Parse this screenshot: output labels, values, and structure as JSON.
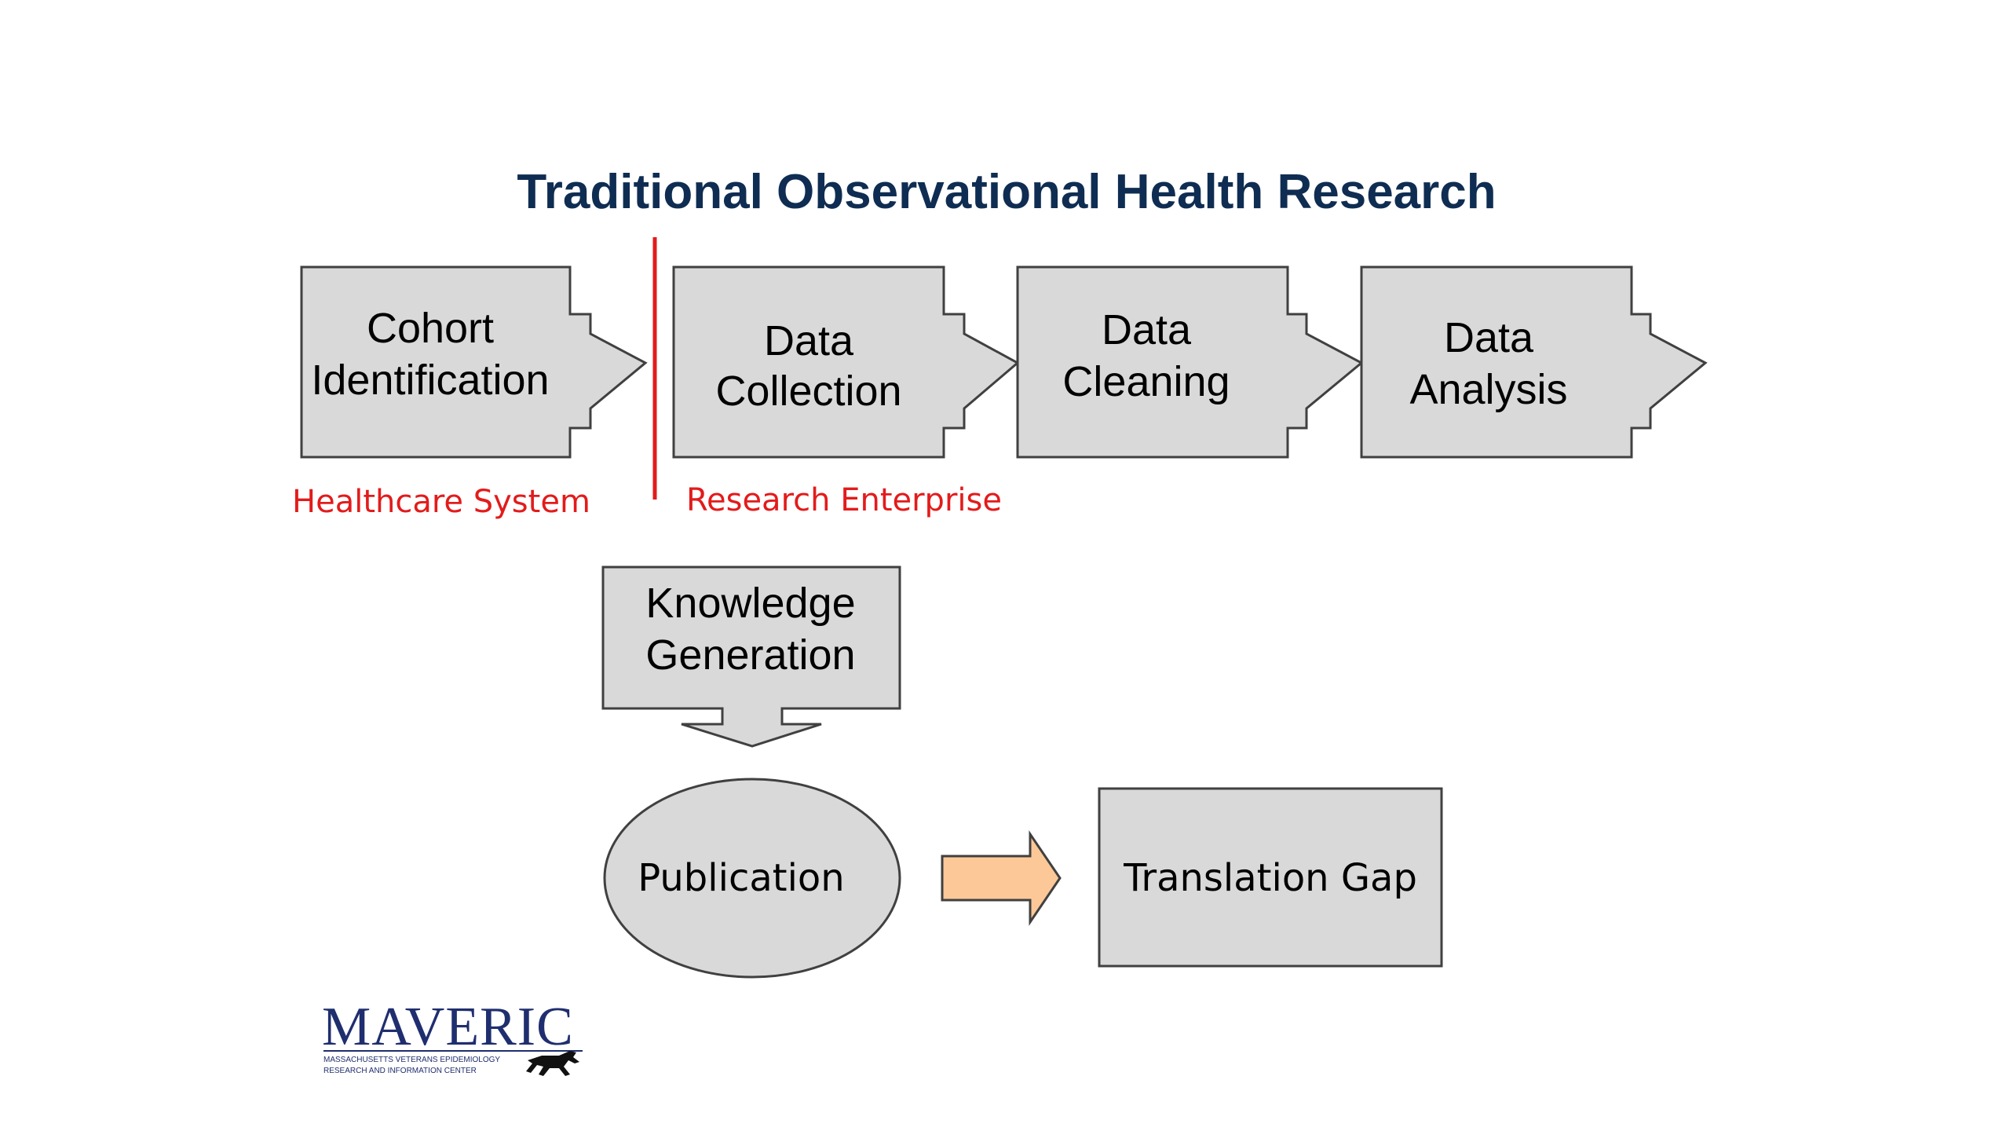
{
  "title": "Traditional Observational Health Research",
  "steps": [
    {
      "line1": "Cohort",
      "line2": "Identification"
    },
    {
      "line1": "Data",
      "line2": "Collection"
    },
    {
      "line1": "Data",
      "line2": "Cleaning"
    },
    {
      "line1": "Data",
      "line2": "Analysis"
    }
  ],
  "regions": {
    "left": "Healthcare System",
    "right": "Research Enterprise"
  },
  "knowledge": {
    "line1": "Knowledge",
    "line2": "Generation"
  },
  "publication": "Publication",
  "translation_gap": "Translation Gap",
  "logo": {
    "name": "MAVERIC",
    "sub1": "MASSACHUSETTS VETERANS EPIDEMIOLOGY",
    "sub2": "RESEARCH  AND  INFORMATION CENTER"
  },
  "colors": {
    "box_fill": "#d9d9d9",
    "box_stroke": "#404040",
    "divider": "#e31b1b",
    "arrow_accent": "#fcc898",
    "title": "#0f2d52"
  }
}
